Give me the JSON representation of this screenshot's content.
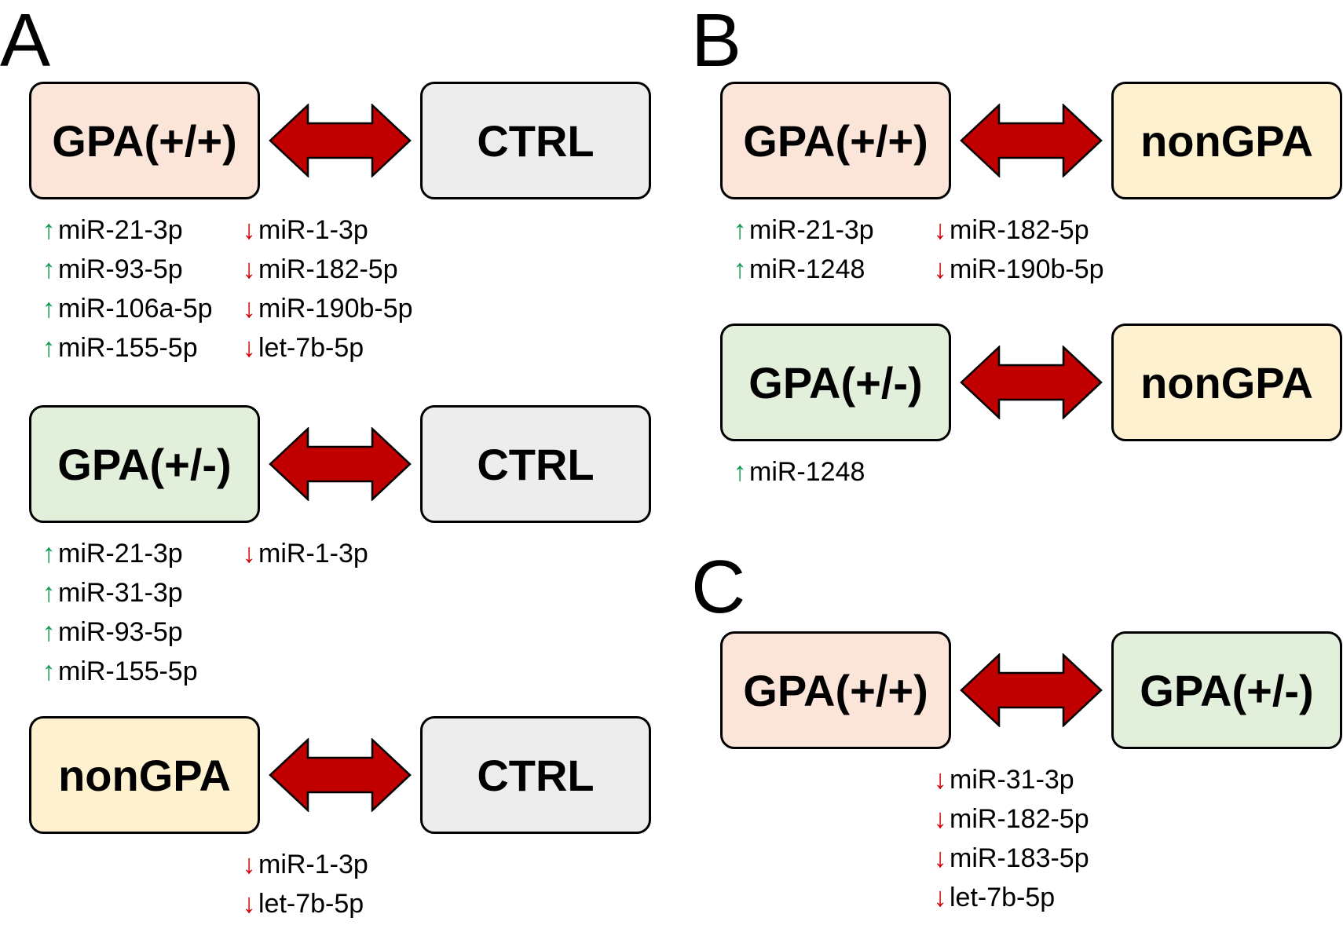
{
  "colors": {
    "gpa_pp": "#fbe5d9",
    "gpa_pm": "#e2efda",
    "nongpa": "#fdf1d0",
    "ctrl": "#ededed",
    "arrow_fill": "#c00000",
    "up": "#0f9a4d",
    "down": "#d10000"
  },
  "symbols": {
    "up": "↑",
    "down": "↓"
  },
  "panels": [
    {
      "letter": "A",
      "comparisons": [
        {
          "left": {
            "label": "GPA(+/+)",
            "style": "gpa_pp"
          },
          "right": {
            "label": "CTRL",
            "style": "ctrl"
          },
          "up": [
            "miR-21-3p",
            "miR-93-5p",
            "miR-106a-5p",
            "miR-155-5p"
          ],
          "down": [
            "miR-1-3p",
            "miR-182-5p",
            "miR-190b-5p",
            "let-7b-5p"
          ]
        },
        {
          "left": {
            "label": "GPA(+/-)",
            "style": "gpa_pm"
          },
          "right": {
            "label": "CTRL",
            "style": "ctrl"
          },
          "up": [
            "miR-21-3p",
            "miR-31-3p",
            "miR-93-5p",
            "miR-155-5p"
          ],
          "down": [
            "miR-1-3p"
          ]
        },
        {
          "left": {
            "label": "nonGPA",
            "style": "nongpa"
          },
          "right": {
            "label": "CTRL",
            "style": "ctrl"
          },
          "up": [],
          "down": [
            "miR-1-3p",
            "let-7b-5p"
          ]
        }
      ]
    },
    {
      "letter": "B",
      "comparisons": [
        {
          "left": {
            "label": "GPA(+/+)",
            "style": "gpa_pp"
          },
          "right": {
            "label": "nonGPA",
            "style": "nongpa"
          },
          "up": [
            "miR-21-3p",
            "miR-1248"
          ],
          "down": [
            "miR-182-5p",
            "miR-190b-5p"
          ]
        },
        {
          "left": {
            "label": "GPA(+/-)",
            "style": "gpa_pm"
          },
          "right": {
            "label": "nonGPA",
            "style": "nongpa"
          },
          "up": [
            "miR-1248"
          ],
          "down": []
        }
      ]
    },
    {
      "letter": "C",
      "comparisons": [
        {
          "left": {
            "label": "GPA(+/+)",
            "style": "gpa_pp"
          },
          "right": {
            "label": "GPA(+/-)",
            "style": "gpa_pm"
          },
          "up": [],
          "down": [
            "miR-31-3p",
            "miR-182-5p",
            "miR-183-5p",
            "let-7b-5p"
          ]
        }
      ]
    }
  ]
}
